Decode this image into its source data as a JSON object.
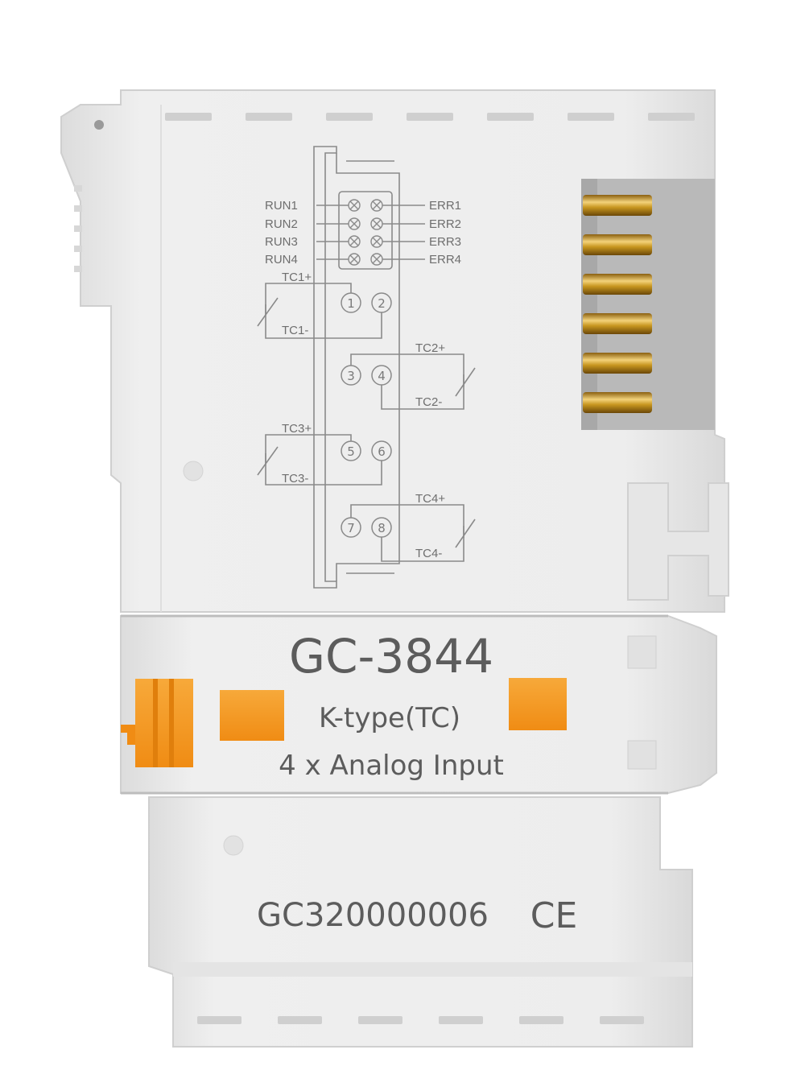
{
  "module": {
    "model": "GC-3844",
    "type_label": "K-type(TC)",
    "function_label": "4 x Analog Input",
    "part_number": "GC320000006",
    "certification_mark": "CE"
  },
  "leds": {
    "left": [
      "RUN1",
      "RUN2",
      "RUN3",
      "RUN4"
    ],
    "right": [
      "ERR1",
      "ERR2",
      "ERR3",
      "ERR4"
    ]
  },
  "terminals": {
    "numbers": [
      "1",
      "2",
      "3",
      "4",
      "5",
      "6",
      "7",
      "8"
    ],
    "channel_labels": {
      "tc1_plus": "TC1+",
      "tc1_minus": "TC1-",
      "tc2_plus": "TC2+",
      "tc2_minus": "TC2-",
      "tc3_plus": "TC3+",
      "tc3_minus": "TC3-",
      "tc4_plus": "TC4+",
      "tc4_minus": "TC4-"
    }
  },
  "colors": {
    "housing": "#ececec",
    "housing_shadow": "#d6d6d6",
    "accent_orange": "#f59a23",
    "contact_gold": "#c99a2e",
    "text_gray": "#5c5c5c"
  }
}
